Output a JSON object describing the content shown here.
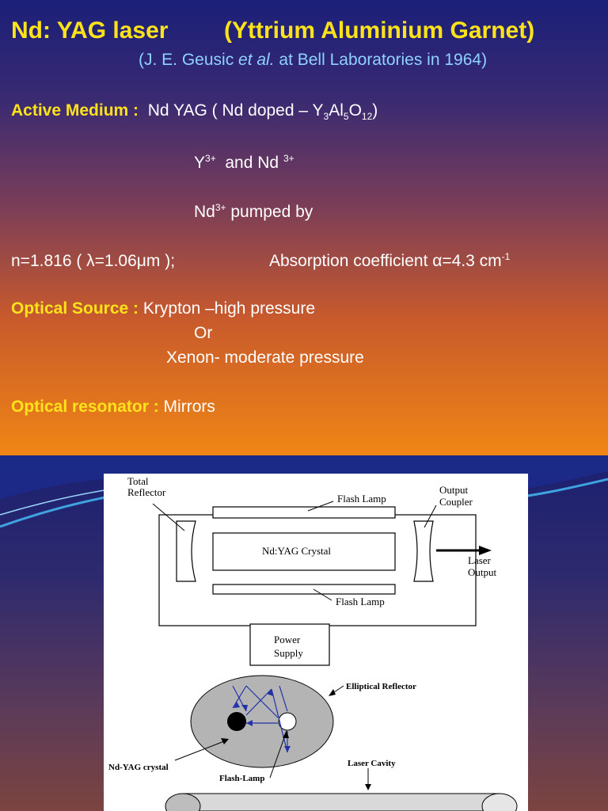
{
  "slide1": {
    "title": "Nd: YAG laser",
    "title_full": "(Yttrium Aluminium Garnet)",
    "credit_prefix": "(J. E. Geusic ",
    "credit_italic": "et al.",
    "credit_suffix": " at Bell Laboratories in 1964)",
    "active_medium_label": "Active Medium :",
    "active_medium_value_prefix": "Nd YAG  (  Nd doped – Y",
    "active_sub1": "3",
    "active_al": "Al",
    "active_sub2": "5",
    "active_o": "O",
    "active_sub3": "12",
    "active_close": ")",
    "ions_y": "Y",
    "ions_y_sup": "3+",
    "ions_and": "  and Nd ",
    "ions_nd_sup": "3+",
    "pump_nd": "Nd",
    "pump_sup": "3+",
    "pump_text": " pumped by",
    "refractive": "n=1.816 ( λ=1.06μm );",
    "absorption": "Absorption coefficient α=4.3 cm",
    "absorption_sup": "-1",
    "optical_source_label": "Optical Source :",
    "optical_source_1": "Krypton –high pressure",
    "optical_source_or": "Or",
    "optical_source_2": "Xenon- moderate pressure",
    "resonator_label": "Optical resonator :",
    "resonator_value": "Mirrors"
  },
  "diagram_top": {
    "total_reflector": [
      "Total",
      "Reflector"
    ],
    "flash_lamp_top": "Flash Lamp",
    "output_coupler": [
      "Output",
      "Coupler"
    ],
    "crystal": "Nd:YAG Crystal",
    "laser_output": [
      "Laser",
      "Output"
    ],
    "flash_lamp_bottom": "Flash Lamp",
    "power_supply": [
      "Power",
      "Supply"
    ]
  },
  "diagram_bottom": {
    "elliptical_reflector": "Elliptical Reflector",
    "nd_yag_crystal": "Nd-YAG crystal",
    "flash_lamp": "Flash-Lamp",
    "laser_cavity": "Laser Cavity"
  },
  "colors": {
    "heading_yellow": "#ffe31a",
    "credit_blue": "#8fd2ff",
    "ray_blue": "#2233aa"
  }
}
